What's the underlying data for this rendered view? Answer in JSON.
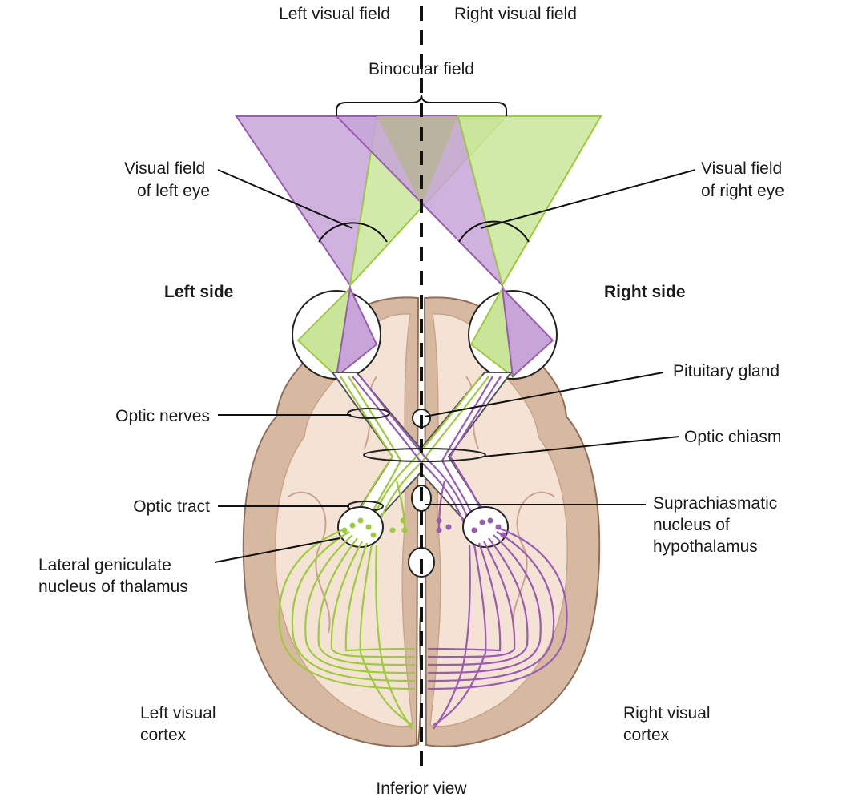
{
  "labels": {
    "left_visual_field": "Left visual field",
    "right_visual_field": "Right visual field",
    "binocular_field": "Binocular field",
    "visual_field_left_eye": [
      "Visual field",
      "of left eye"
    ],
    "visual_field_right_eye": [
      "Visual field",
      "of right eye"
    ],
    "left_side": "Left side",
    "right_side": "Right side",
    "pituitary_gland": "Pituitary gland",
    "optic_nerves": "Optic nerves",
    "optic_chiasm": "Optic chiasm",
    "optic_tract": "Optic tract",
    "suprachiasmatic_nucleus": [
      "Suprachiasmatic",
      "nucleus of",
      "hypothalamus"
    ],
    "lateral_geniculate": [
      "Lateral geniculate",
      "nucleus of thalamus"
    ],
    "left_visual_cortex": [
      "Left visual",
      "cortex"
    ],
    "right_visual_cortex": [
      "Right visual",
      "cortex"
    ],
    "inferior_view": "Inferior view"
  },
  "colors": {
    "left_pathway": "#9ccb3b",
    "right_pathway": "#9b5ab4",
    "left_field_fill": "#c9e59a",
    "right_field_fill": "#c7a5d8",
    "overlap_fill": "#b7b49a",
    "brain_outer": "#d7b9a1",
    "brain_inner": "#f4e2d4",
    "brain_outline": "#8f6e5c"
  }
}
